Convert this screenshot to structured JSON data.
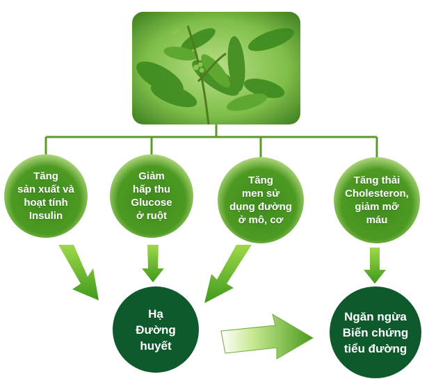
{
  "benefits": [
    {
      "text": "Tăng\nsản xuất và\nhoạt tính\nInsulin"
    },
    {
      "text": "Giảm\nhấp thu\nGlucose\nở ruột"
    },
    {
      "text": "Tăng\nmen sử\ndụng đường\nở mô, cơ"
    },
    {
      "text": "Tăng thải\nCholesteron,\ngiảm mỡ\nmáu"
    }
  ],
  "outcomes": [
    {
      "text": "Hạ\nĐường\nhuyết"
    },
    {
      "text": "Ngăn ngừa\nBiến chứng\ntiểu đường"
    }
  ],
  "colors": {
    "connector": "#5a9a2a",
    "arrow_green": "#6fbf2a",
    "dark_circle": "#0f5a2c",
    "bubble_green": "#4d9a22"
  },
  "photo": {
    "subject": "green-leaves-plant"
  }
}
